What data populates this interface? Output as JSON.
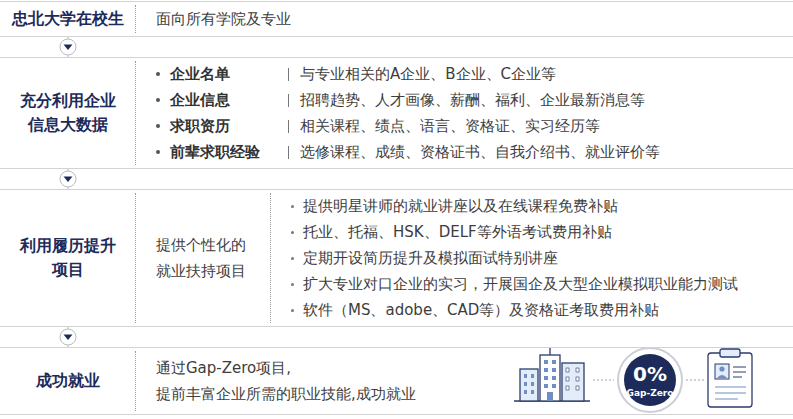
{
  "diagram": {
    "nodes": [
      {
        "text": [
          "忠北大学在校生",
          "面向所有学院及专业"
        ]
      },
      {
        "text": [
          "充分利用企业 信息大数据",
          "企业名单",
          "与专业相关的A企业、B企业、C企业等",
          "企业信息",
          "招聘趋势、人才画像、薪酬、福利、企业最新消息等",
          "求职资历",
          "相关课程、绩点、语言、资格证、实习经历等",
          "前辈求职经验",
          "选修课程、成绩、资格证书、自我介绍书、就业评价等"
        ]
      },
      {
        "text": [
          "利用履历提升 项目",
          "提供个性化的 就业扶持项目",
          "提供明星讲师的就业讲座以及在线课程免费补贴",
          "托业、托福、HSK、DELF等外语考试费用补贴",
          "定期开设简历提升及模拟面试特别讲座",
          "扩大专业对口企业的实习，开展国企及大型企业模拟职业能力测试",
          "软件（MS、adobe、CAD等）及资格证考取费用补贴"
        ]
      },
      {
        "text": [
          "成功就业",
          "通过Gap-Zero项目, 提前丰富企业所需的职业技能,成功就业"
        ]
      }
    ],
    "edges": [
      {
        "from": 0,
        "to": 1,
        "arrow": "to"
      },
      {
        "from": 1,
        "to": 2,
        "arrow": "to"
      },
      {
        "from": 2,
        "to": 3,
        "arrow": "to"
      }
    ],
    "labels": [
      "0%",
      "Gap-Zero"
    ]
  }
}
